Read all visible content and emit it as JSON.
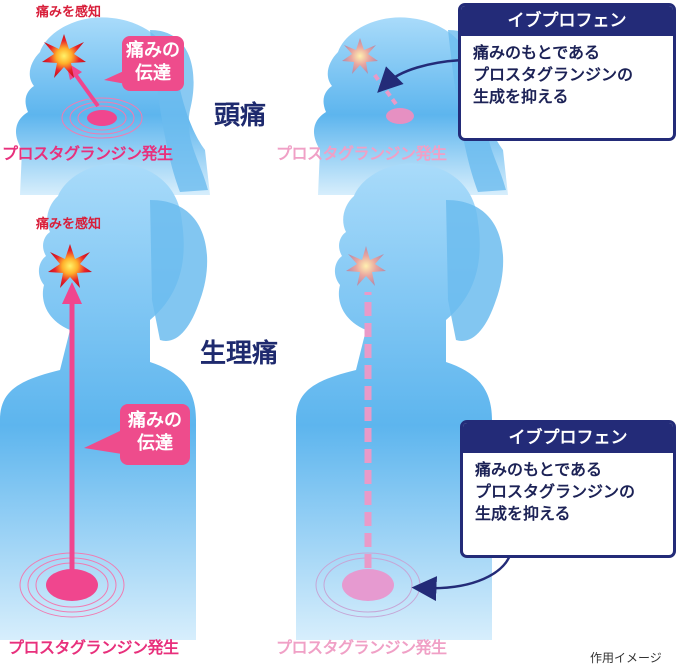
{
  "labels": {
    "pain_sense_top": "痛みを感知",
    "pain_sense_bottom": "痛みを感知",
    "headache": "頭痛",
    "menstrual_pain": "生理痛",
    "pg_top_left": "プロスタグランジン発生",
    "pg_top_right": "プロスタグランジン発生",
    "pg_bottom_left": "プロスタグランジン発生",
    "pg_bottom_right": "プロスタグランジン発生",
    "caption": "作用イメージ"
  },
  "transmission_bubbles": [
    {
      "line1": "痛みの",
      "line2": "伝達"
    },
    {
      "line1": "痛みの",
      "line2": "伝達"
    }
  ],
  "ibuprofen_boxes": [
    {
      "title": "イブプロフェン",
      "lines": [
        "痛みのもとである",
        "プロスタグランジンの",
        "生成を抑える"
      ]
    },
    {
      "title": "イブプロフェン",
      "lines": [
        "痛みのもとである",
        "プロスタグランジンの",
        "生成を抑える"
      ]
    }
  ],
  "colors": {
    "body_blue": "#5bb4ef",
    "body_light": "#d4ecfb",
    "pain_pink": "#f0468e",
    "navy": "#232b78",
    "pain_burst": "#e8242c"
  }
}
